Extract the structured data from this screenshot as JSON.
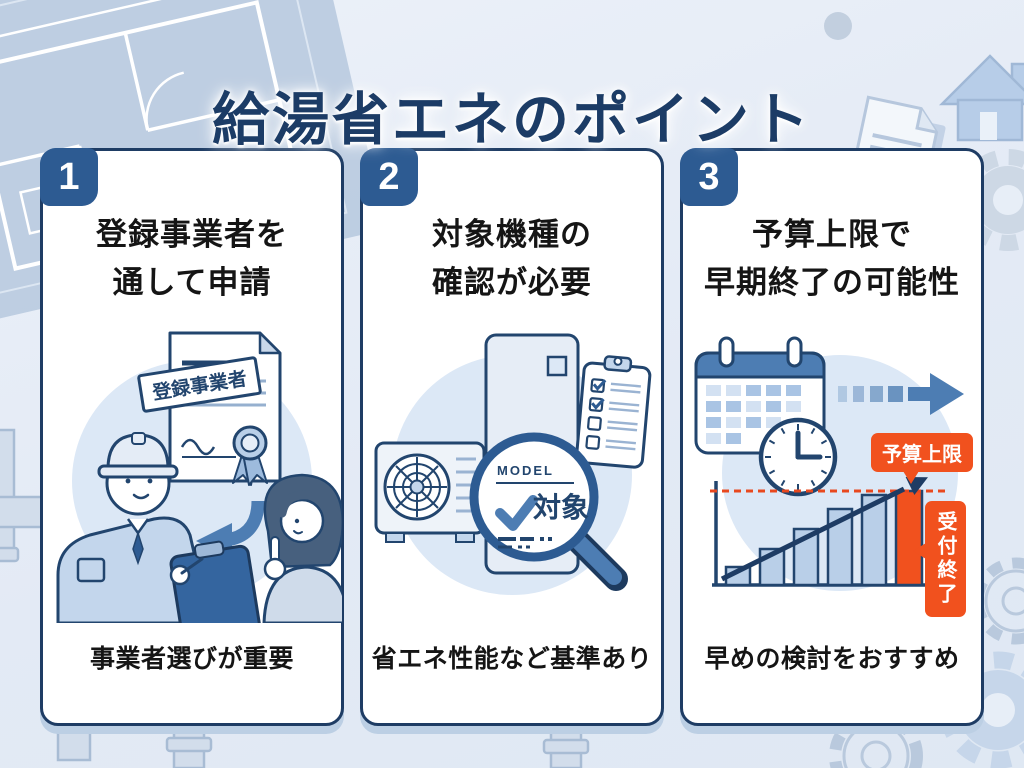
{
  "header": {
    "title": "給湯省エネのポイント"
  },
  "colors": {
    "title_navy": "#1c3c66",
    "outline_navy": "#22456e",
    "badge_blue": "#2d5b92",
    "mid_blue": "#4d7db3",
    "light_blue_fill": "#dce8f6",
    "orange": "#f1511e",
    "dashed_limit_red": "#e8481e",
    "background": "#e7edf6"
  },
  "cards": [
    {
      "number": "1",
      "title_line1": "登録事業者を",
      "title_line2": "通して申請",
      "caption": "事業者選びが重要",
      "stamp_label": "登録事業者"
    },
    {
      "number": "2",
      "title_line1": "対象機種の",
      "title_line2": "確認が必要",
      "caption": "省エネ性能など基準あり",
      "model_label": "MODEL",
      "target_label": "対象"
    },
    {
      "number": "3",
      "title_line1": "予算上限で",
      "title_line2": "早期終了の可能性",
      "caption": "早めの検討をおすすめ",
      "budget_label": "予算上限",
      "closed_label": "受付終了"
    }
  ]
}
